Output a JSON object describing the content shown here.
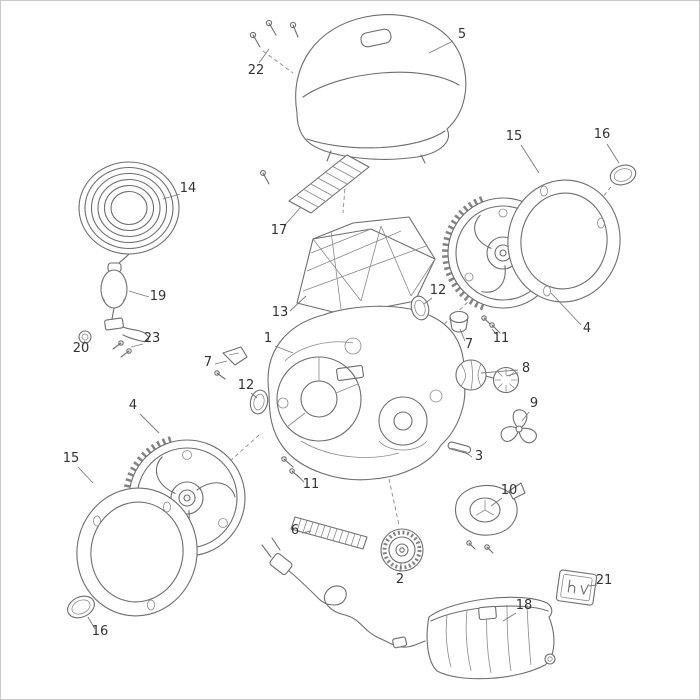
{
  "colors": {
    "background": "#ffffff",
    "line": "#6e6e6e",
    "label_text": "#333333",
    "frame_border": "#c9c9c9"
  },
  "diagram": {
    "callouts": [
      {
        "part": "cover-screws",
        "label": "22"
      },
      {
        "part": "top-cover",
        "label": "5"
      },
      {
        "part": "tire-right",
        "label": "15"
      },
      {
        "part": "flap-right",
        "label": "16"
      },
      {
        "part": "floating-cable",
        "label": "14"
      },
      {
        "part": "filter-screen",
        "label": "17"
      },
      {
        "part": "wheel-right",
        "label": "4"
      },
      {
        "part": "filter-canister",
        "label": "13"
      },
      {
        "part": "oval-cover-right",
        "label": "12"
      },
      {
        "part": "float",
        "label": "19"
      },
      {
        "part": "cap-right",
        "label": "7"
      },
      {
        "part": "screws-right",
        "label": "11"
      },
      {
        "part": "motor-block",
        "label": "8"
      },
      {
        "part": "o-ring",
        "label": "20"
      },
      {
        "part": "cable-screws",
        "label": "23"
      },
      {
        "part": "bracket-left",
        "label": "7"
      },
      {
        "part": "main-body",
        "label": "1"
      },
      {
        "part": "oval-cover-left",
        "label": "12"
      },
      {
        "part": "impeller",
        "label": "9"
      },
      {
        "part": "pin",
        "label": "3"
      },
      {
        "part": "wheel-left",
        "label": "4"
      },
      {
        "part": "tire-left",
        "label": "15"
      },
      {
        "part": "screws-bottom",
        "label": "11"
      },
      {
        "part": "propeller-housing",
        "label": "10"
      },
      {
        "part": "brush-strip",
        "label": "6"
      },
      {
        "part": "small-wheel",
        "label": "2"
      },
      {
        "part": "charger",
        "label": "18"
      },
      {
        "part": "label-tag",
        "label": "21"
      },
      {
        "part": "flap-left",
        "label": "16"
      }
    ]
  }
}
